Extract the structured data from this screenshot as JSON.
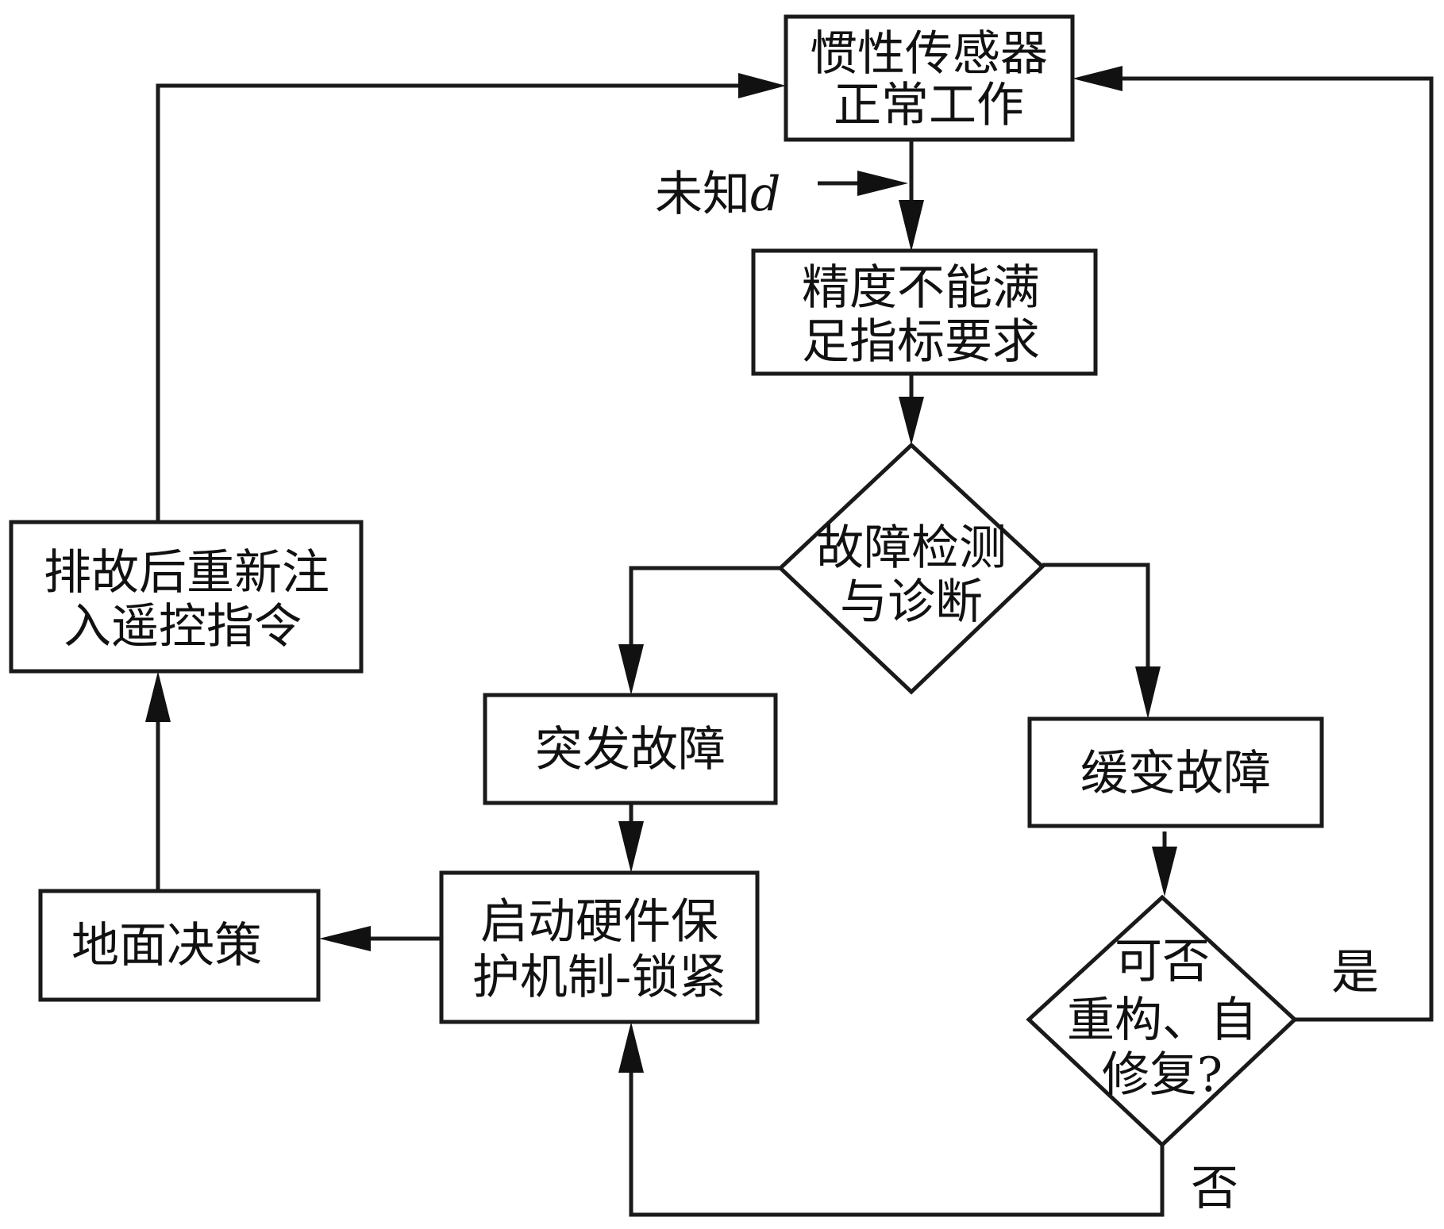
{
  "diagram": {
    "type": "flowchart",
    "colors": {
      "stroke": "#1a1a1a",
      "text": "#111111",
      "background": "#ffffff"
    },
    "nodes": {
      "sensor_normal": {
        "shape": "rectangle",
        "lines": [
          "惯性传感器",
          "正常工作"
        ]
      },
      "accuracy_fail": {
        "shape": "rectangle",
        "lines": [
          "精度不能满",
          "足指标要求"
        ]
      },
      "fault_detect": {
        "shape": "diamond",
        "lines": [
          "故障检测",
          "与诊断"
        ]
      },
      "sudden_fault": {
        "shape": "rectangle",
        "lines": [
          "突发故障"
        ]
      },
      "gradual_fault": {
        "shape": "rectangle",
        "lines": [
          "缓变故障"
        ]
      },
      "hardware_protect": {
        "shape": "rectangle",
        "lines": [
          "启动硬件保",
          "护机制-锁紧"
        ]
      },
      "ground_decision": {
        "shape": "rectangle",
        "lines": [
          "地面决策"
        ]
      },
      "reinject_commands": {
        "shape": "rectangle",
        "lines": [
          "排故后重新注",
          "入遥控指令"
        ]
      },
      "can_reconfigure": {
        "shape": "diamond",
        "lines": [
          "可否",
          "重构、自",
          "修复?"
        ]
      }
    },
    "disturbance": {
      "label_text": "未知",
      "label_var": "d"
    },
    "edges": [
      {
        "from": "sensor_normal",
        "to": "accuracy_fail",
        "label": ""
      },
      {
        "from": "disturbance",
        "to": "accuracy_fail",
        "label": ""
      },
      {
        "from": "accuracy_fail",
        "to": "fault_detect",
        "label": ""
      },
      {
        "from": "fault_detect",
        "to": "sudden_fault",
        "label": ""
      },
      {
        "from": "fault_detect",
        "to": "gradual_fault",
        "label": ""
      },
      {
        "from": "sudden_fault",
        "to": "hardware_protect",
        "label": ""
      },
      {
        "from": "hardware_protect",
        "to": "ground_decision",
        "label": ""
      },
      {
        "from": "ground_decision",
        "to": "reinject_commands",
        "label": ""
      },
      {
        "from": "reinject_commands",
        "to": "sensor_normal",
        "label": ""
      },
      {
        "from": "gradual_fault",
        "to": "can_reconfigure",
        "label": ""
      },
      {
        "from": "can_reconfigure",
        "to": "sensor_normal",
        "label": "是"
      },
      {
        "from": "can_reconfigure",
        "to": "hardware_protect",
        "label": "否"
      }
    ],
    "edge_labels": {
      "yes": "是",
      "no": "否"
    }
  }
}
